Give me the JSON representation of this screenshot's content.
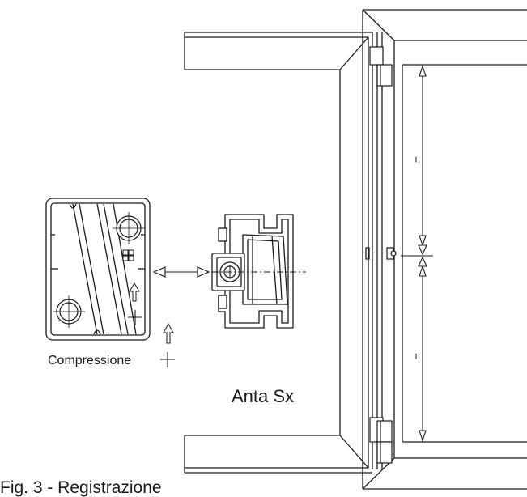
{
  "labels": {
    "compression": "Compressione",
    "leaf": "Anta Sx",
    "figure_caption": "Fig. 3 - Registrazione"
  },
  "dimension_marks": {
    "equal_upper": "=",
    "equal_lower": "="
  },
  "colors": {
    "line": "#1a1a1a",
    "background": "#ffffff"
  }
}
